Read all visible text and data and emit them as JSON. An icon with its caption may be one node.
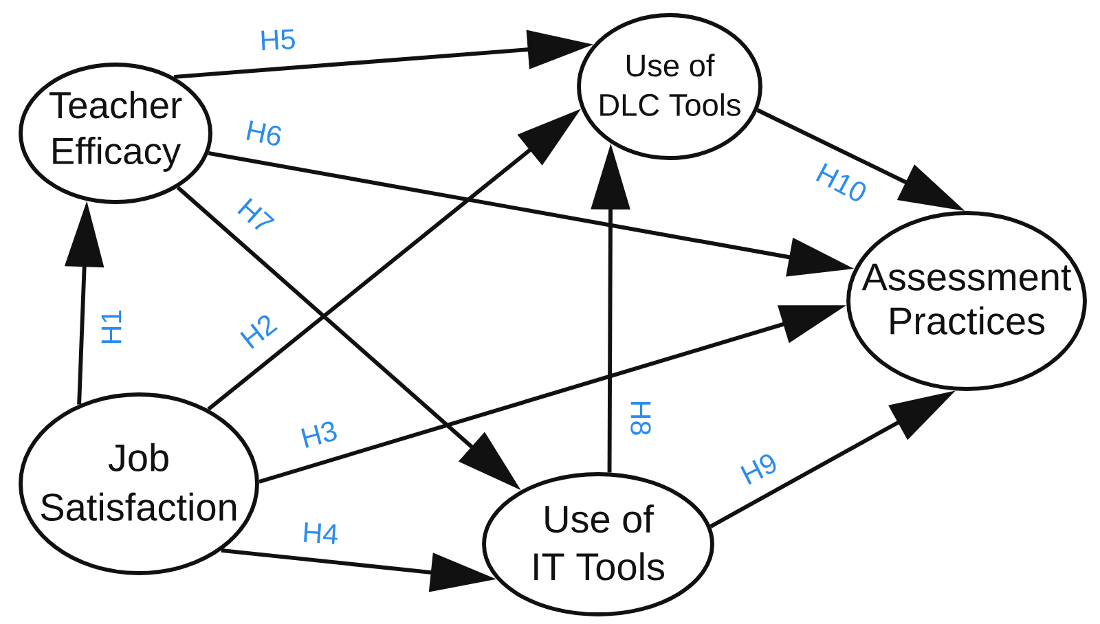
{
  "diagram": {
    "nodes": [
      {
        "text": [
          "Teacher Efficacy"
        ]
      },
      {
        "text": [
          "Use of DLC Tools"
        ]
      },
      {
        "text": [
          "Assessment Practices"
        ]
      },
      {
        "text": [
          "Job Satisfaction"
        ]
      },
      {
        "text": [
          "Use of IT Tools"
        ]
      }
    ],
    "edges": [
      {
        "from": 3,
        "to": 0,
        "arrow": "to",
        "label": "H1"
      },
      {
        "from": 3,
        "to": 1,
        "arrow": "to",
        "label": "H2"
      },
      {
        "from": 3,
        "to": 2,
        "arrow": "to",
        "label": "H3"
      },
      {
        "from": 3,
        "to": 4,
        "arrow": "to",
        "label": "H4"
      },
      {
        "from": 0,
        "to": 1,
        "arrow": "to",
        "label": "H5"
      },
      {
        "from": 0,
        "to": 2,
        "arrow": "to",
        "label": "H6"
      },
      {
        "from": 0,
        "to": 4,
        "arrow": "to",
        "label": "H7"
      },
      {
        "from": 4,
        "to": 1,
        "arrow": "to",
        "label": "H8"
      },
      {
        "from": 4,
        "to": 2,
        "arrow": "to",
        "label": "H9"
      },
      {
        "from": 1,
        "to": 2,
        "arrow": "to",
        "label": "H10"
      }
    ]
  }
}
